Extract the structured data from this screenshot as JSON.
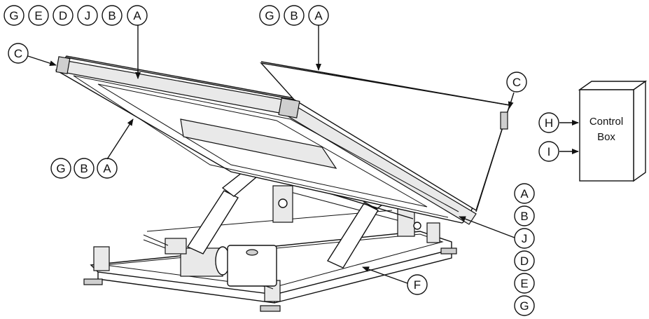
{
  "callouts": {
    "top_left_group": [
      "G",
      "E",
      "D",
      "J",
      "B",
      "A"
    ],
    "top_center_group": [
      "G",
      "B",
      "A"
    ],
    "left_c": "C",
    "right_c": "C",
    "mid_left_group": [
      "G",
      "B",
      "A"
    ],
    "base_f": "F",
    "right_column": [
      "A",
      "B",
      "J",
      "D",
      "E",
      "G"
    ],
    "input_h": "H",
    "input_i": "I"
  },
  "control_box": {
    "line1": "Control",
    "line2": "Box"
  },
  "colors": {
    "line": "#111111",
    "background": "#ffffff",
    "shade": "#e9e9e9"
  }
}
